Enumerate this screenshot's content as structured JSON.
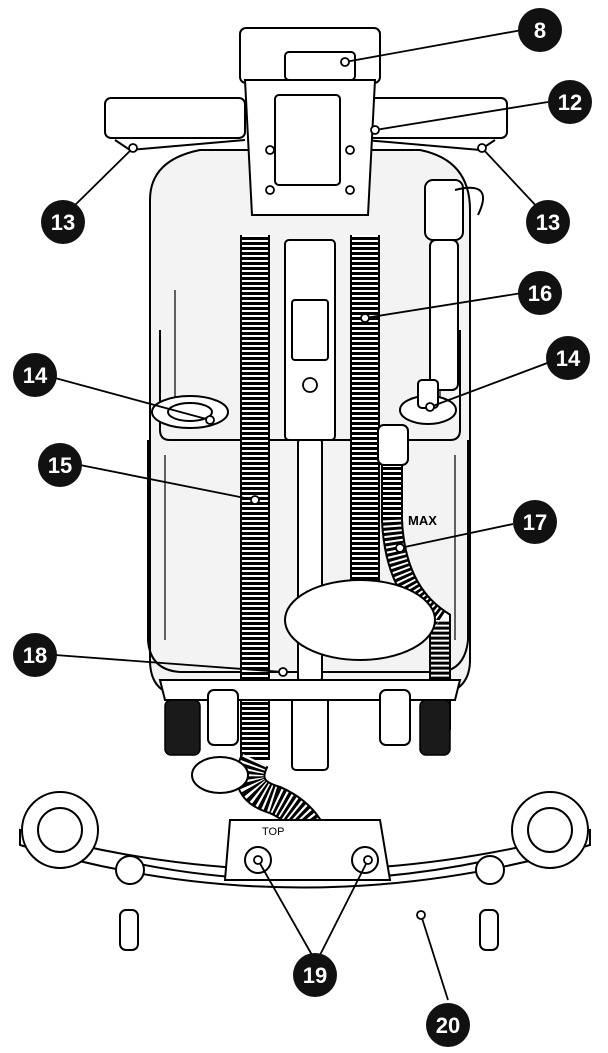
{
  "colors": {
    "badge": "#111111",
    "badge_text": "#ffffff",
    "line": "#000000",
    "paper": "#ffffff"
  },
  "machine_labels": {
    "top_stamp": "TOP",
    "tank_level": "MAX"
  },
  "callouts": [
    {
      "id": "8",
      "label": "8"
    },
    {
      "id": "12",
      "label": "12"
    },
    {
      "id": "13a",
      "label": "13"
    },
    {
      "id": "13b",
      "label": "13"
    },
    {
      "id": "16",
      "label": "16"
    },
    {
      "id": "14a",
      "label": "14"
    },
    {
      "id": "14b",
      "label": "14"
    },
    {
      "id": "15",
      "label": "15"
    },
    {
      "id": "17",
      "label": "17"
    },
    {
      "id": "18",
      "label": "18"
    },
    {
      "id": "19",
      "label": "19"
    },
    {
      "id": "20",
      "label": "20"
    }
  ]
}
